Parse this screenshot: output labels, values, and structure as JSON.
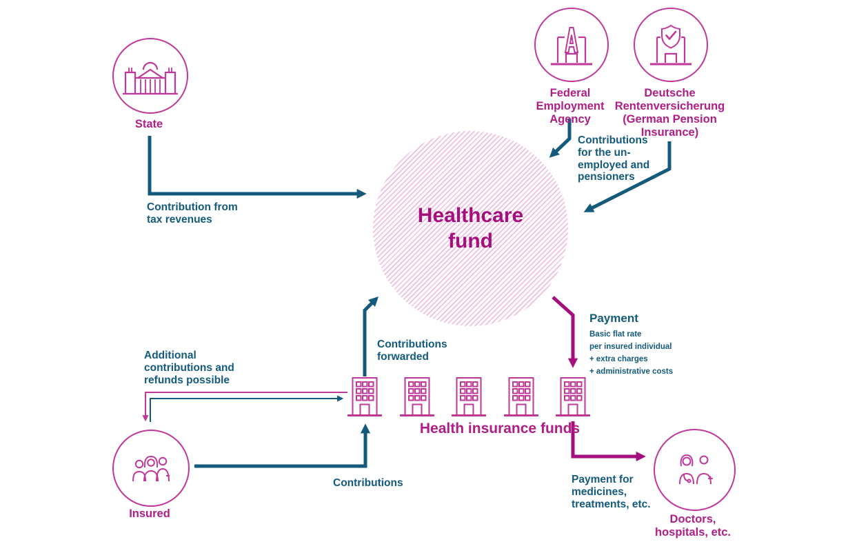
{
  "colors": {
    "teal": "#135A7D",
    "magenta_label": "#B01D87",
    "magenta_icon": "#C0379A",
    "magenta_dark": "#A40E7D",
    "hatch_pink": "#EFBDDD"
  },
  "nodes": {
    "state": {
      "label": "State"
    },
    "federal_employment_agency": {
      "label": "Federal Employment Agency"
    },
    "pension_insurance": {
      "label": "Deutsche Rentenversicherung (German Pension Insurance)"
    },
    "healthcare_fund": {
      "label": "Healthcare fund"
    },
    "health_insurance_funds": {
      "label": "Health insurance funds",
      "building_count": 5
    },
    "insured": {
      "label": "Insured"
    },
    "doctors": {
      "label": "Doctors, hospitals, etc."
    }
  },
  "flows": {
    "tax_contribution": {
      "label": "Contribution from tax revenues"
    },
    "unemployed_pensioners": {
      "label": "Contributions for the un-employed and pensioners"
    },
    "contributions_forwarded": {
      "label": "Contributions forwarded"
    },
    "member_contributions": {
      "label": "Contributions"
    },
    "additional_refunds": {
      "label": "Additional contributions and refunds possible"
    },
    "payment": {
      "title": "Payment",
      "details": [
        "Basic flat rate",
        "per insured individual",
        "+ extra charges",
        "+ administrative costs"
      ]
    },
    "medicines_payment": {
      "label": "Payment for medicines, treatments, etc."
    }
  }
}
